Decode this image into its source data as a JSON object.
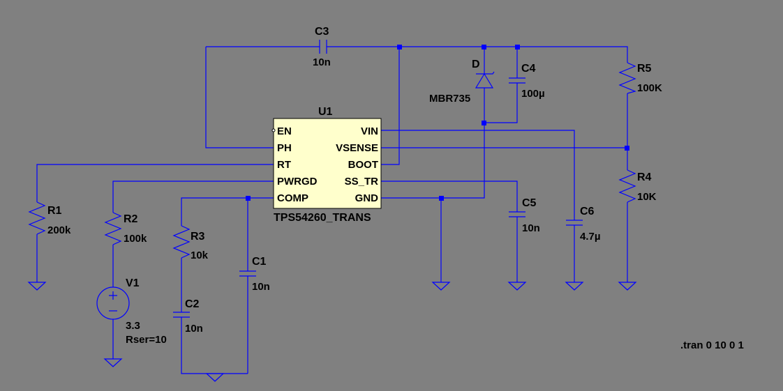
{
  "schematic": {
    "ic": {
      "name": "U1",
      "part": "TPS54260_TRANS",
      "pins_left": [
        "EN",
        "PH",
        "RT",
        "PWRGD",
        "COMP"
      ],
      "pins_right": [
        "VIN",
        "VSENSE",
        "BOOT",
        "SS_TR",
        "GND"
      ]
    },
    "components": {
      "c3": {
        "name": "C3",
        "value": "10n"
      },
      "d1": {
        "name": "D",
        "value": "MBR735"
      },
      "c4": {
        "name": "C4",
        "value": "100µ"
      },
      "r5": {
        "name": "R5",
        "value": "100K"
      },
      "r4": {
        "name": "R4",
        "value": "10K"
      },
      "r1": {
        "name": "R1",
        "value": "200k"
      },
      "r2": {
        "name": "R2",
        "value": "100k"
      },
      "r3": {
        "name": "R3",
        "value": "10k"
      },
      "c1": {
        "name": "C1",
        "value": "10n"
      },
      "c2": {
        "name": "C2",
        "value": "10n"
      },
      "c5": {
        "name": "C5",
        "value": "10n"
      },
      "c6": {
        "name": "C6",
        "value": "4.7µ"
      },
      "v1": {
        "name": "V1",
        "value": "3.3",
        "extra": "Rser=10"
      }
    },
    "directive": ".tran 0 10 0 1",
    "colors": {
      "wire": "#0000ff",
      "background": "#808080",
      "ic_fill": "#ffffcc"
    }
  }
}
